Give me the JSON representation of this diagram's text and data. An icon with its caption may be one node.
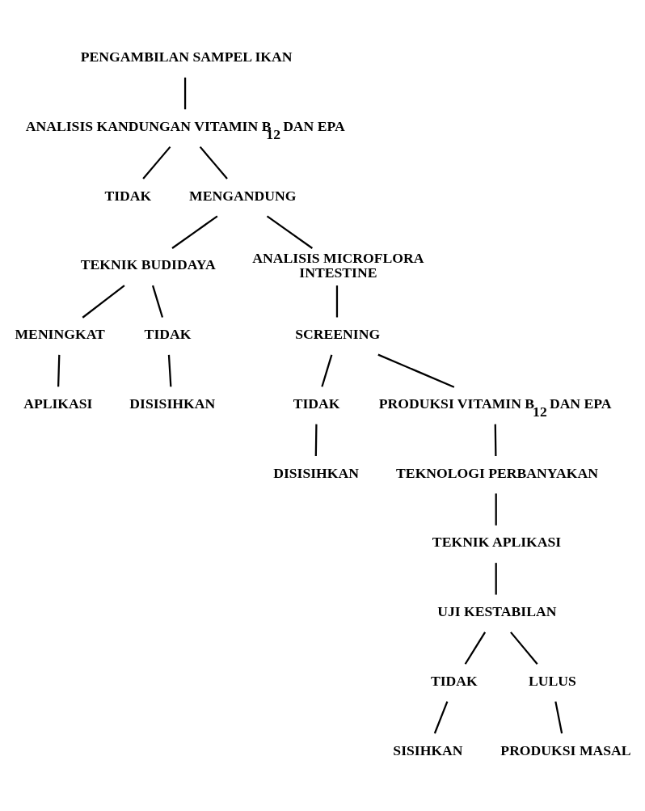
{
  "diagram": {
    "nodes": [
      {
        "text": [
          "PENGAMBILAN SAMPEL IKAN"
        ]
      },
      {
        "text": [
          "ANALISIS KANDUNGAN VITAMIN B$_{12}$ DAN EPA"
        ]
      },
      {
        "text": [
          "TIDAK"
        ]
      },
      {
        "text": [
          "MENGANDUNG"
        ]
      },
      {
        "text": [
          "TEKNIK BUDIDAYA"
        ]
      },
      {
        "text": [
          "ANALISIS MICROFLORA INTESTINE"
        ]
      },
      {
        "text": [
          "MENINGKAT"
        ]
      },
      {
        "text": [
          "TIDAK"
        ]
      },
      {
        "text": [
          "APLIKASI"
        ]
      },
      {
        "text": [
          "DISISIHKAN"
        ]
      },
      {
        "text": [
          "SCREENING"
        ]
      },
      {
        "text": [
          "TIDAK"
        ]
      },
      {
        "text": [
          "PRODUKSI VITAMIN B$_{12}$ DAN EPA"
        ]
      },
      {
        "text": [
          "DISISIHKAN"
        ]
      },
      {
        "text": [
          "TEKNOLOGI PERBANYAKAN"
        ]
      },
      {
        "text": [
          "TEKNIK APLIKASI"
        ]
      },
      {
        "text": [
          "UJI KESTABILAN"
        ]
      },
      {
        "text": [
          "TIDAK"
        ]
      },
      {
        "text": [
          "LULUS"
        ]
      },
      {
        "text": [
          "SISIHKAN"
        ]
      },
      {
        "text": [
          "PRODUKSI MASAL"
        ]
      }
    ],
    "edges": [
      {
        "from": 0,
        "to": 1,
        "arrow": "none"
      },
      {
        "from": 1,
        "to": 2,
        "arrow": "none"
      },
      {
        "from": 1,
        "to": 3,
        "arrow": "none"
      },
      {
        "from": 3,
        "to": 4,
        "arrow": "none"
      },
      {
        "from": 3,
        "to": 5,
        "arrow": "none"
      },
      {
        "from": 4,
        "to": 6,
        "arrow": "none"
      },
      {
        "from": 4,
        "to": 7,
        "arrow": "none"
      },
      {
        "from": 6,
        "to": 8,
        "arrow": "none"
      },
      {
        "from": 7,
        "to": 9,
        "arrow": "none"
      },
      {
        "from": 5,
        "to": 10,
        "arrow": "none"
      },
      {
        "from": 10,
        "to": 11,
        "arrow": "none"
      },
      {
        "from": 10,
        "to": 12,
        "arrow": "none"
      },
      {
        "from": 11,
        "to": 13,
        "arrow": "none"
      },
      {
        "from": 12,
        "to": 14,
        "arrow": "none"
      },
      {
        "from": 14,
        "to": 15,
        "arrow": "none"
      },
      {
        "from": 15,
        "to": 16,
        "arrow": "none"
      },
      {
        "from": 16,
        "to": 17,
        "arrow": "none"
      },
      {
        "from": 16,
        "to": 18,
        "arrow": "none"
      },
      {
        "from": 17,
        "to": 19,
        "arrow": "none"
      },
      {
        "from": 18,
        "to": 20,
        "arrow": "none"
      }
    ]
  }
}
